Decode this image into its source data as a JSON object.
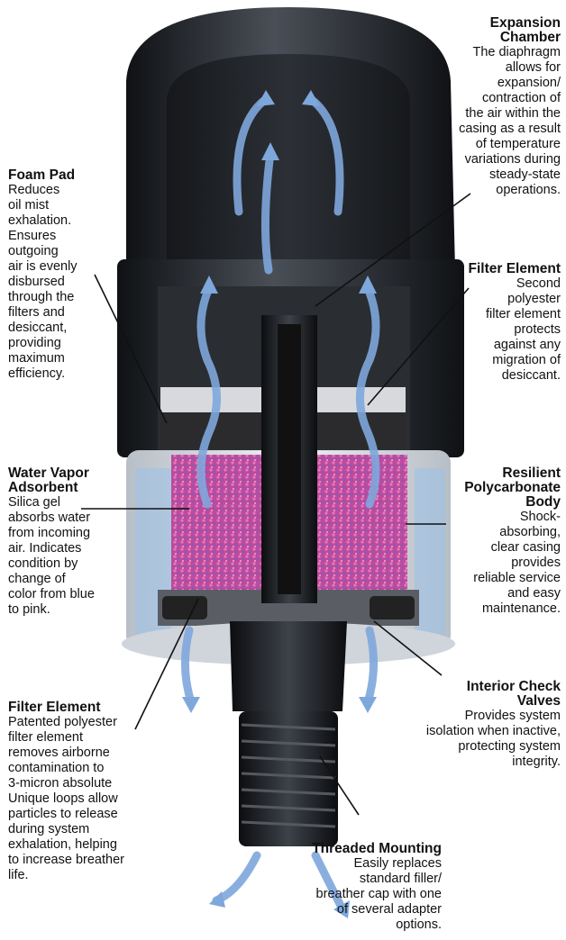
{
  "callouts": {
    "expansion_chamber": {
      "title": "Expansion\nChamber",
      "desc": "The diaphragm\nallows for\nexpansion/\ncontraction of\nthe air within the\ncasing as a result\nof temperature\nvariations during\nsteady-state\noperations."
    },
    "foam_pad": {
      "title": "Foam Pad",
      "desc": "Reduces\noil mist\nexhalation.\nEnsures\noutgoing\nair is evenly\ndisbursed\nthrough the\nfilters and\ndesiccant,\nproviding\nmaximum\nefficiency."
    },
    "filter_element_top": {
      "title": "Filter Element",
      "desc": "Second\npolyester\nfilter element\nprotects\nagainst any\nmigration of\ndesiccant."
    },
    "water_vapor": {
      "title": "Water Vapor\nAdsorbent",
      "desc": "Silica gel\nabsorbs water\nfrom incoming\nair. Indicates\ncondition by\nchange of\ncolor from blue\nto pink."
    },
    "polycarbonate": {
      "title": "Resilient\nPolycarbonate\nBody",
      "desc": "Shock-\nabsorbing,\nclear casing\nprovides\nreliable service\nand easy\nmaintenance."
    },
    "filter_element_bottom": {
      "title": "Filter Element",
      "desc": "Patented polyester\nfilter element\nremoves airborne\ncontamination to\n3-micron absolute\nUnique loops allow\nparticles to release\nduring system\nexhalation, helping\nto increase breather\nlife."
    },
    "check_valves": {
      "title": "Interior Check\nValves",
      "desc": "Provides system\nisolation when inactive,\nprotecting system\nintegrity."
    },
    "threaded_mounting": {
      "title": "Threaded Mounting",
      "desc": "Easily replaces\nstandard filler/\nbreather cap with one\nof several adapter\noptions."
    }
  },
  "colors": {
    "housing_dark": "#1e2024",
    "housing_mid": "#3a3e44",
    "desiccant_pink": "#c04a9a",
    "desiccant_purple": "#8a5ab8",
    "airflow_arrow": "#7ea7dc",
    "clear_casing": "#dfe4ea"
  }
}
